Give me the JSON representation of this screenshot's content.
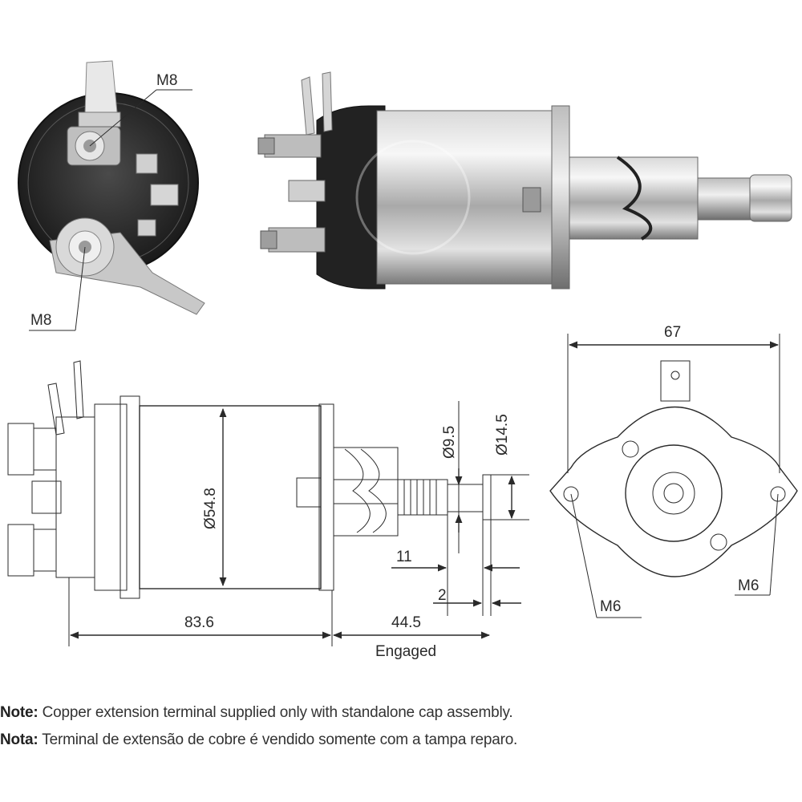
{
  "labels": {
    "m8_top": "M8",
    "m8_bottom": "M8",
    "m6_left": "M6",
    "m6_right": "M6"
  },
  "dimensions": {
    "width_67": "67",
    "dia_54_8": "Ø54.8",
    "dia_9_5": "Ø9.5",
    "dia_14_5": "Ø14.5",
    "len_11": "11",
    "len_2": "2",
    "len_83_6": "83.6",
    "len_44_5": "44.5",
    "engaged": "Engaged"
  },
  "notes": [
    {
      "label": "Note:",
      "text": " Copper extension terminal supplied only with standalone cap assembly."
    },
    {
      "label": "Nota:",
      "text": " Terminal de extensão de cobre é vendido somente com a tampa reparo."
    }
  ]
}
